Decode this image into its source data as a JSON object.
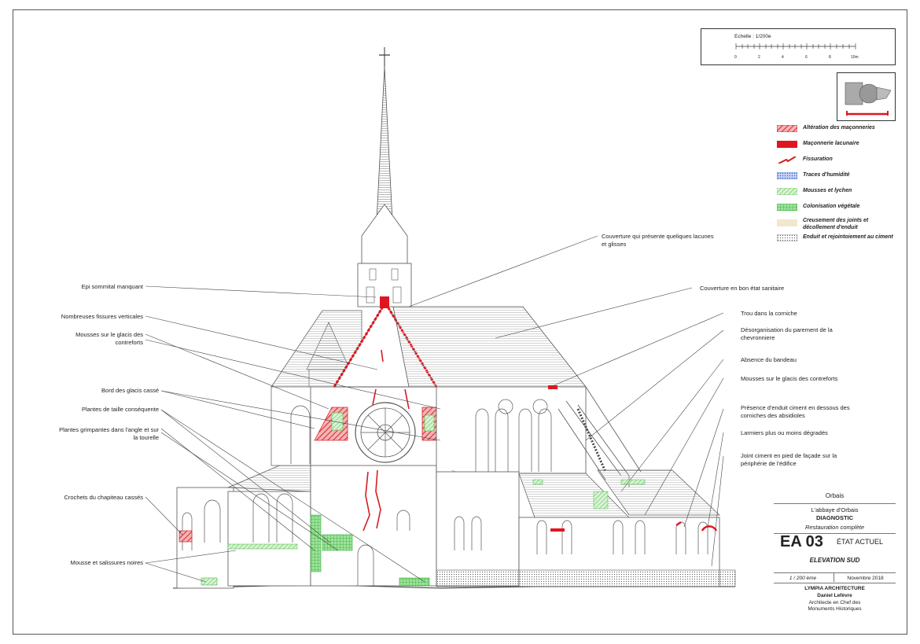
{
  "legend": {
    "items": [
      {
        "label": "Altération des maçonneries",
        "color": "#d8242b",
        "pattern": "hatch-red"
      },
      {
        "label": "Maçonnerie lacunaire",
        "color": "#e0161f",
        "pattern": "solid-red"
      },
      {
        "label": "Fissuration",
        "color": "#d41e22",
        "pattern": "crack-line"
      },
      {
        "label": "Traces d'humidité",
        "color": "#3e63c9",
        "pattern": "dots-blue"
      },
      {
        "label": "Mousses et lychen",
        "color": "#5cc456",
        "pattern": "hatch-green"
      },
      {
        "label": "Colonisation végétale",
        "color": "#2fb23a",
        "pattern": "grid-green"
      },
      {
        "label": "Creusement des joints et décollement d'enduit",
        "color": "#f2e6cf",
        "pattern": "solid-beige"
      },
      {
        "label": "Enduit et rejointoiement au ciment",
        "color": "#888888",
        "pattern": "dots-grey"
      }
    ]
  },
  "scale": {
    "title": "Echelle : 1/200e",
    "ticks": [
      "0",
      "2",
      "4",
      "6",
      "8",
      "10m"
    ]
  },
  "annotations": {
    "left": [
      "Epi sommital manquant",
      "Nombreuses fissures verticales",
      "Mousses sur le glacis des contreforts",
      "Bord des glacis cassé",
      "Plantes de taille conséquente",
      "Plantes grimpantes dans l'angle et sur la tourelle",
      "Crochets du chapiteau cassés",
      "Mousse et salissures noires"
    ],
    "right": [
      "Couverture qui présente queliques lacunes et glisses",
      "Couverture en bon état sanitaire",
      "Trou dans la corniche",
      "Désorganisation du parement de la chevronniere",
      "Absence du bandeau",
      "Mousses sur le glacis des contreforts",
      "Présence d'enduit ciment en dessous des corniches des absidioles",
      "Larmiers plus ou moins dégradés",
      "Joint ciment en pied de façade sur la périphérie de l'édifice"
    ]
  },
  "titleblock": {
    "place": "Orbais",
    "project": "L'abbaye d'Orbais",
    "phase": "DIAGNOSTIC",
    "mission": "Restauration complète",
    "code": "EA 03",
    "state": "ÉTAT ACTUEL",
    "view": "ELEVATION SUD",
    "scale": "1 / 200 ème",
    "date": "Novembre 2018",
    "firm": "LYMPIA ARCHITECTURE",
    "architect": "Daniel Lefèvre",
    "role_line1": "Architecte en Chef des",
    "role_line2": "Monuments Historiques"
  }
}
